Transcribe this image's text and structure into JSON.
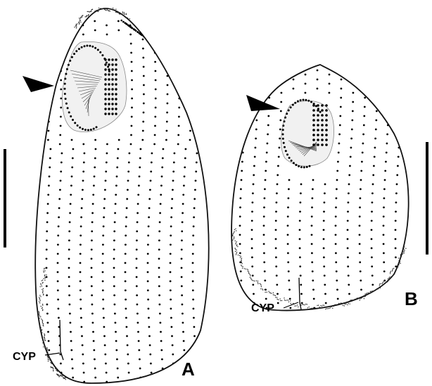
{
  "figure": {
    "panels": [
      {
        "id": "A",
        "letter": "A",
        "cyp_label": "CYP"
      },
      {
        "id": "B",
        "letter": "B",
        "cyp_label": "CYP"
      }
    ],
    "colors": {
      "ink": "#000000",
      "background": "#ffffff"
    },
    "icons": [
      "arrowhead-marker-icon",
      "scale-bar"
    ]
  }
}
